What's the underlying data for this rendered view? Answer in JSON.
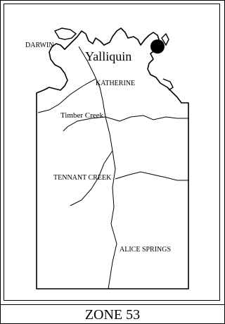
{
  "map": {
    "places": {
      "darwin": "DARWIN",
      "yalliquin": "Yalliquin",
      "katherine": "KATHERINE",
      "timber_creek": "Timber Creek",
      "tennant_creek": "TENNANT CREEK",
      "alice_springs": "ALICE SPRINGS"
    },
    "zone_label": "ZONE 53"
  },
  "colors": {
    "ink": "#000000",
    "background": "#ffffff"
  },
  "icons": {
    "location_marker": "filled-circle"
  }
}
